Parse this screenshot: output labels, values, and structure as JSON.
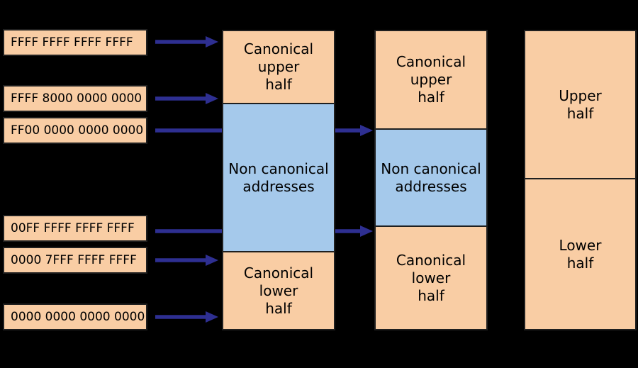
{
  "colors": {
    "background": "#000000",
    "canonical_fill": "#F9CDA4",
    "non_canonical_fill": "#A5C9EB",
    "arrow": "#2E2F91",
    "border": "#1F1F1F",
    "text": "#000000"
  },
  "addresses": [
    "FFFF FFFF FFFF FFFF",
    "FFFF 8000 0000 0000",
    "FF00 0000 0000 0000",
    "00FF FFFF FFFF FFFF",
    "0000 7FFF FFFF FFFF",
    "0000 0000 0000 0000"
  ],
  "columns": [
    {
      "segments": [
        {
          "label": "Canonical\nupper\nhalf"
        },
        {
          "label": "Non canonical\naddresses"
        },
        {
          "label": "Canonical\nlower\nhalf"
        }
      ]
    },
    {
      "segments": [
        {
          "label": "Canonical\nupper\nhalf"
        },
        {
          "label": "Non canonical\naddresses"
        },
        {
          "label": "Canonical\nlower\nhalf"
        }
      ]
    },
    {
      "segments": [
        {
          "label": "Upper\nhalf"
        },
        {
          "label": "Lower\nhalf"
        }
      ]
    }
  ]
}
